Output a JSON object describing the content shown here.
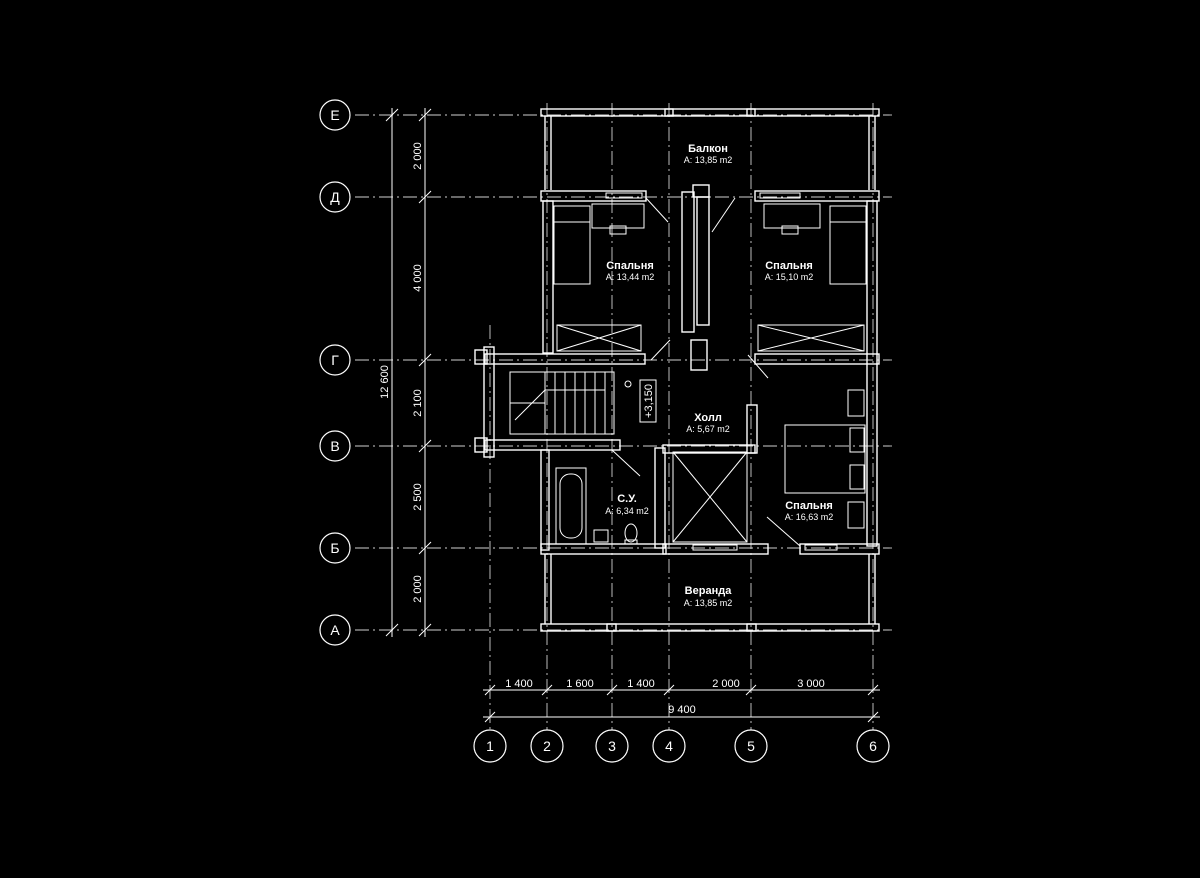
{
  "axes_rows": [
    {
      "label": "Е"
    },
    {
      "label": "Д"
    },
    {
      "label": "Г"
    },
    {
      "label": "В"
    },
    {
      "label": "Б"
    },
    {
      "label": "А"
    }
  ],
  "axes_cols": [
    {
      "label": "1"
    },
    {
      "label": "2"
    },
    {
      "label": "3"
    },
    {
      "label": "4"
    },
    {
      "label": "5"
    },
    {
      "label": "6"
    }
  ],
  "dims_vertical": [
    {
      "text": "2 000"
    },
    {
      "text": "4 000"
    },
    {
      "text": "2 100"
    },
    {
      "text": "2 500"
    },
    {
      "text": "2 000"
    }
  ],
  "dim_vertical_total": "12 600",
  "dims_horizontal": [
    {
      "text": "1 400"
    },
    {
      "text": "1 600"
    },
    {
      "text": "1 400"
    },
    {
      "text": "2 000"
    },
    {
      "text": "3 000"
    }
  ],
  "dim_horizontal_total": "9 400",
  "rooms": [
    {
      "name": "Балкон",
      "area": "A: 13,85 m2"
    },
    {
      "name": "Спальня",
      "area": "A: 13,44 m2"
    },
    {
      "name": "Спальня",
      "area": "A: 15,10 m2"
    },
    {
      "name": "Холл",
      "area": "A: 5,67 m2"
    },
    {
      "name": "С.У.",
      "area": "A: 6,34 m2"
    },
    {
      "name": "Спальня",
      "area": "A: 16,63 m2"
    },
    {
      "name": "Веранда",
      "area": "A: 13,85 m2"
    }
  ],
  "level_mark": "+3,150"
}
